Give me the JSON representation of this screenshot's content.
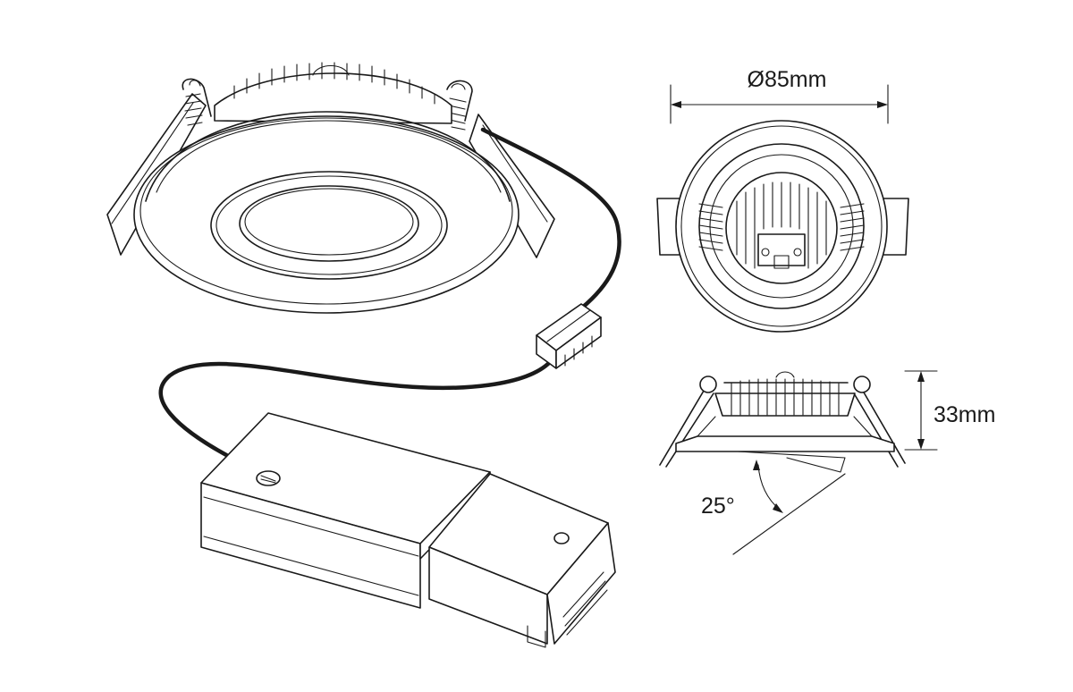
{
  "dimensions": {
    "diameter_label": "Ø85mm",
    "height_label": "33mm",
    "tilt_label": "25°"
  }
}
